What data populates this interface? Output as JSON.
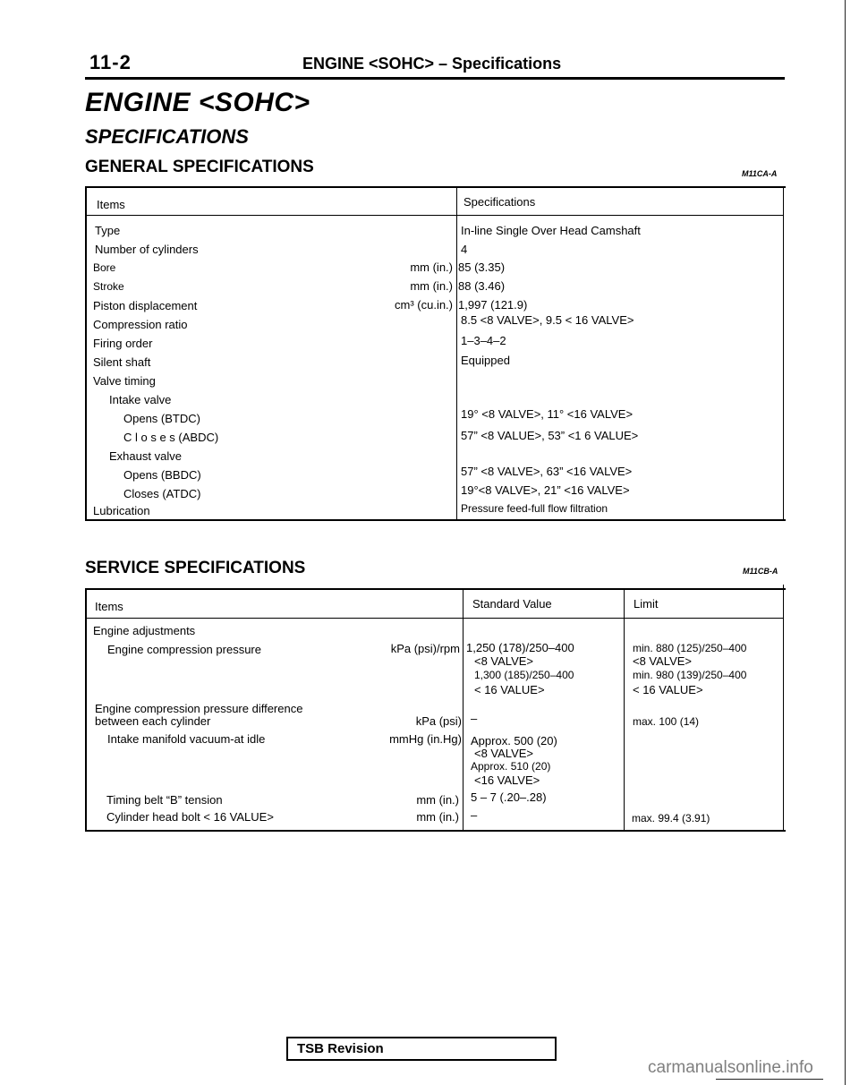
{
  "header": {
    "page_number": "11-2",
    "title": "ENGINE <SOHC> – Specifications"
  },
  "main_title": "ENGINE <SOHC>",
  "sub_title": "SPECIFICATIONS",
  "general": {
    "heading": "GENERAL SPECIFICATIONS",
    "code": "M11CA-A",
    "col_items": "Items",
    "col_specs": "Specifications",
    "rows": [
      {
        "item": "Type",
        "unit": "",
        "value": "In-line Single Over Head Camshaft"
      },
      {
        "item": "Number of cylinders",
        "unit": "",
        "value": "4"
      },
      {
        "item": "Bore",
        "unit": "mm (in.)",
        "value": "85 (3.35)"
      },
      {
        "item": "Stroke",
        "unit": "mm (in.)",
        "value": "88 (3.46)"
      },
      {
        "item": "Piston displacement",
        "unit": "cm³ (cu.in.)",
        "value": "1,997 (121.9)"
      },
      {
        "item": "Compression ratio",
        "unit": "",
        "value": "8.5 <8 VALVE>, 9.5 < 16 VALVE>"
      },
      {
        "item": "Firing order",
        "unit": "",
        "value": "1–3–4–2"
      },
      {
        "item": "Silent shaft",
        "unit": "",
        "value": "Equipped"
      },
      {
        "item": "Valve timing",
        "unit": "",
        "value": ""
      },
      {
        "item": "Intake valve",
        "unit": "",
        "value": ""
      },
      {
        "item": "Opens (BTDC)",
        "unit": "",
        "value": "19° <8 VALVE>, 11° <16 VALVE>"
      },
      {
        "item": "C l o s e s (ABDC)",
        "unit": "",
        "value": "57” <8 VALUE>, 53” <1 6 VALUE>"
      },
      {
        "item": "Exhaust valve",
        "unit": "",
        "value": ""
      },
      {
        "item": "Opens (BBDC)",
        "unit": "",
        "value": "57” <8 VALVE>, 63” <16 VALVE>"
      },
      {
        "item": "Closes (ATDC)",
        "unit": "",
        "value": "19°<8 VALVE>, 21” <16 VALVE>"
      },
      {
        "item": "Lubrication",
        "unit": "",
        "value": "Pressure feed-full flow filtration"
      }
    ]
  },
  "service": {
    "heading": "SERVICE SPECIFICATIONS",
    "code": "M11CB-A",
    "col_items": "Items",
    "col_standard": "Standard Value",
    "col_limit": "Limit",
    "rows": [
      {
        "item": "Engine adjustments",
        "unit": "",
        "std": [],
        "limit": []
      },
      {
        "item": "Engine compression pressure",
        "unit": "kPa (psi)/rpm",
        "std": [
          "1,250 (178)/250–400",
          "<8 VALVE>",
          "1,300 (185)/250–400",
          "< 16 VALUE>"
        ],
        "limit": [
          "min. 880 (125)/250–400",
          "<8 VALVE>",
          "min. 980 (139)/250–400",
          "< 16 VALUE>"
        ]
      },
      {
        "item": "Engine compression pressure difference",
        "unit": "",
        "std": [],
        "limit": []
      },
      {
        "item": "between each cylinder",
        "unit": "kPa (psi)",
        "std": [
          "–"
        ],
        "limit": [
          "max. 100 (14)"
        ]
      },
      {
        "item": "Intake manifold vacuum-at idle",
        "unit": "mmHg (in.Hg)",
        "std": [
          "Approx. 500 (20)",
          "<8 VALVE>",
          "Approx. 510 (20)",
          "<16 VALVE>"
        ],
        "limit": []
      },
      {
        "item": "Timing belt “B” tension",
        "unit": "mm (in.)",
        "std": [
          "5 – 7 (.20–.28)"
        ],
        "limit": []
      },
      {
        "item": "Cylinder head bolt < 16 VALUE>",
        "unit": "mm (in.)",
        "std": [
          "–"
        ],
        "limit": [
          "max. 99.4 (3.91)"
        ]
      }
    ]
  },
  "footer": {
    "label": "TSB Revision"
  },
  "watermark": "carmanualsonline.info"
}
